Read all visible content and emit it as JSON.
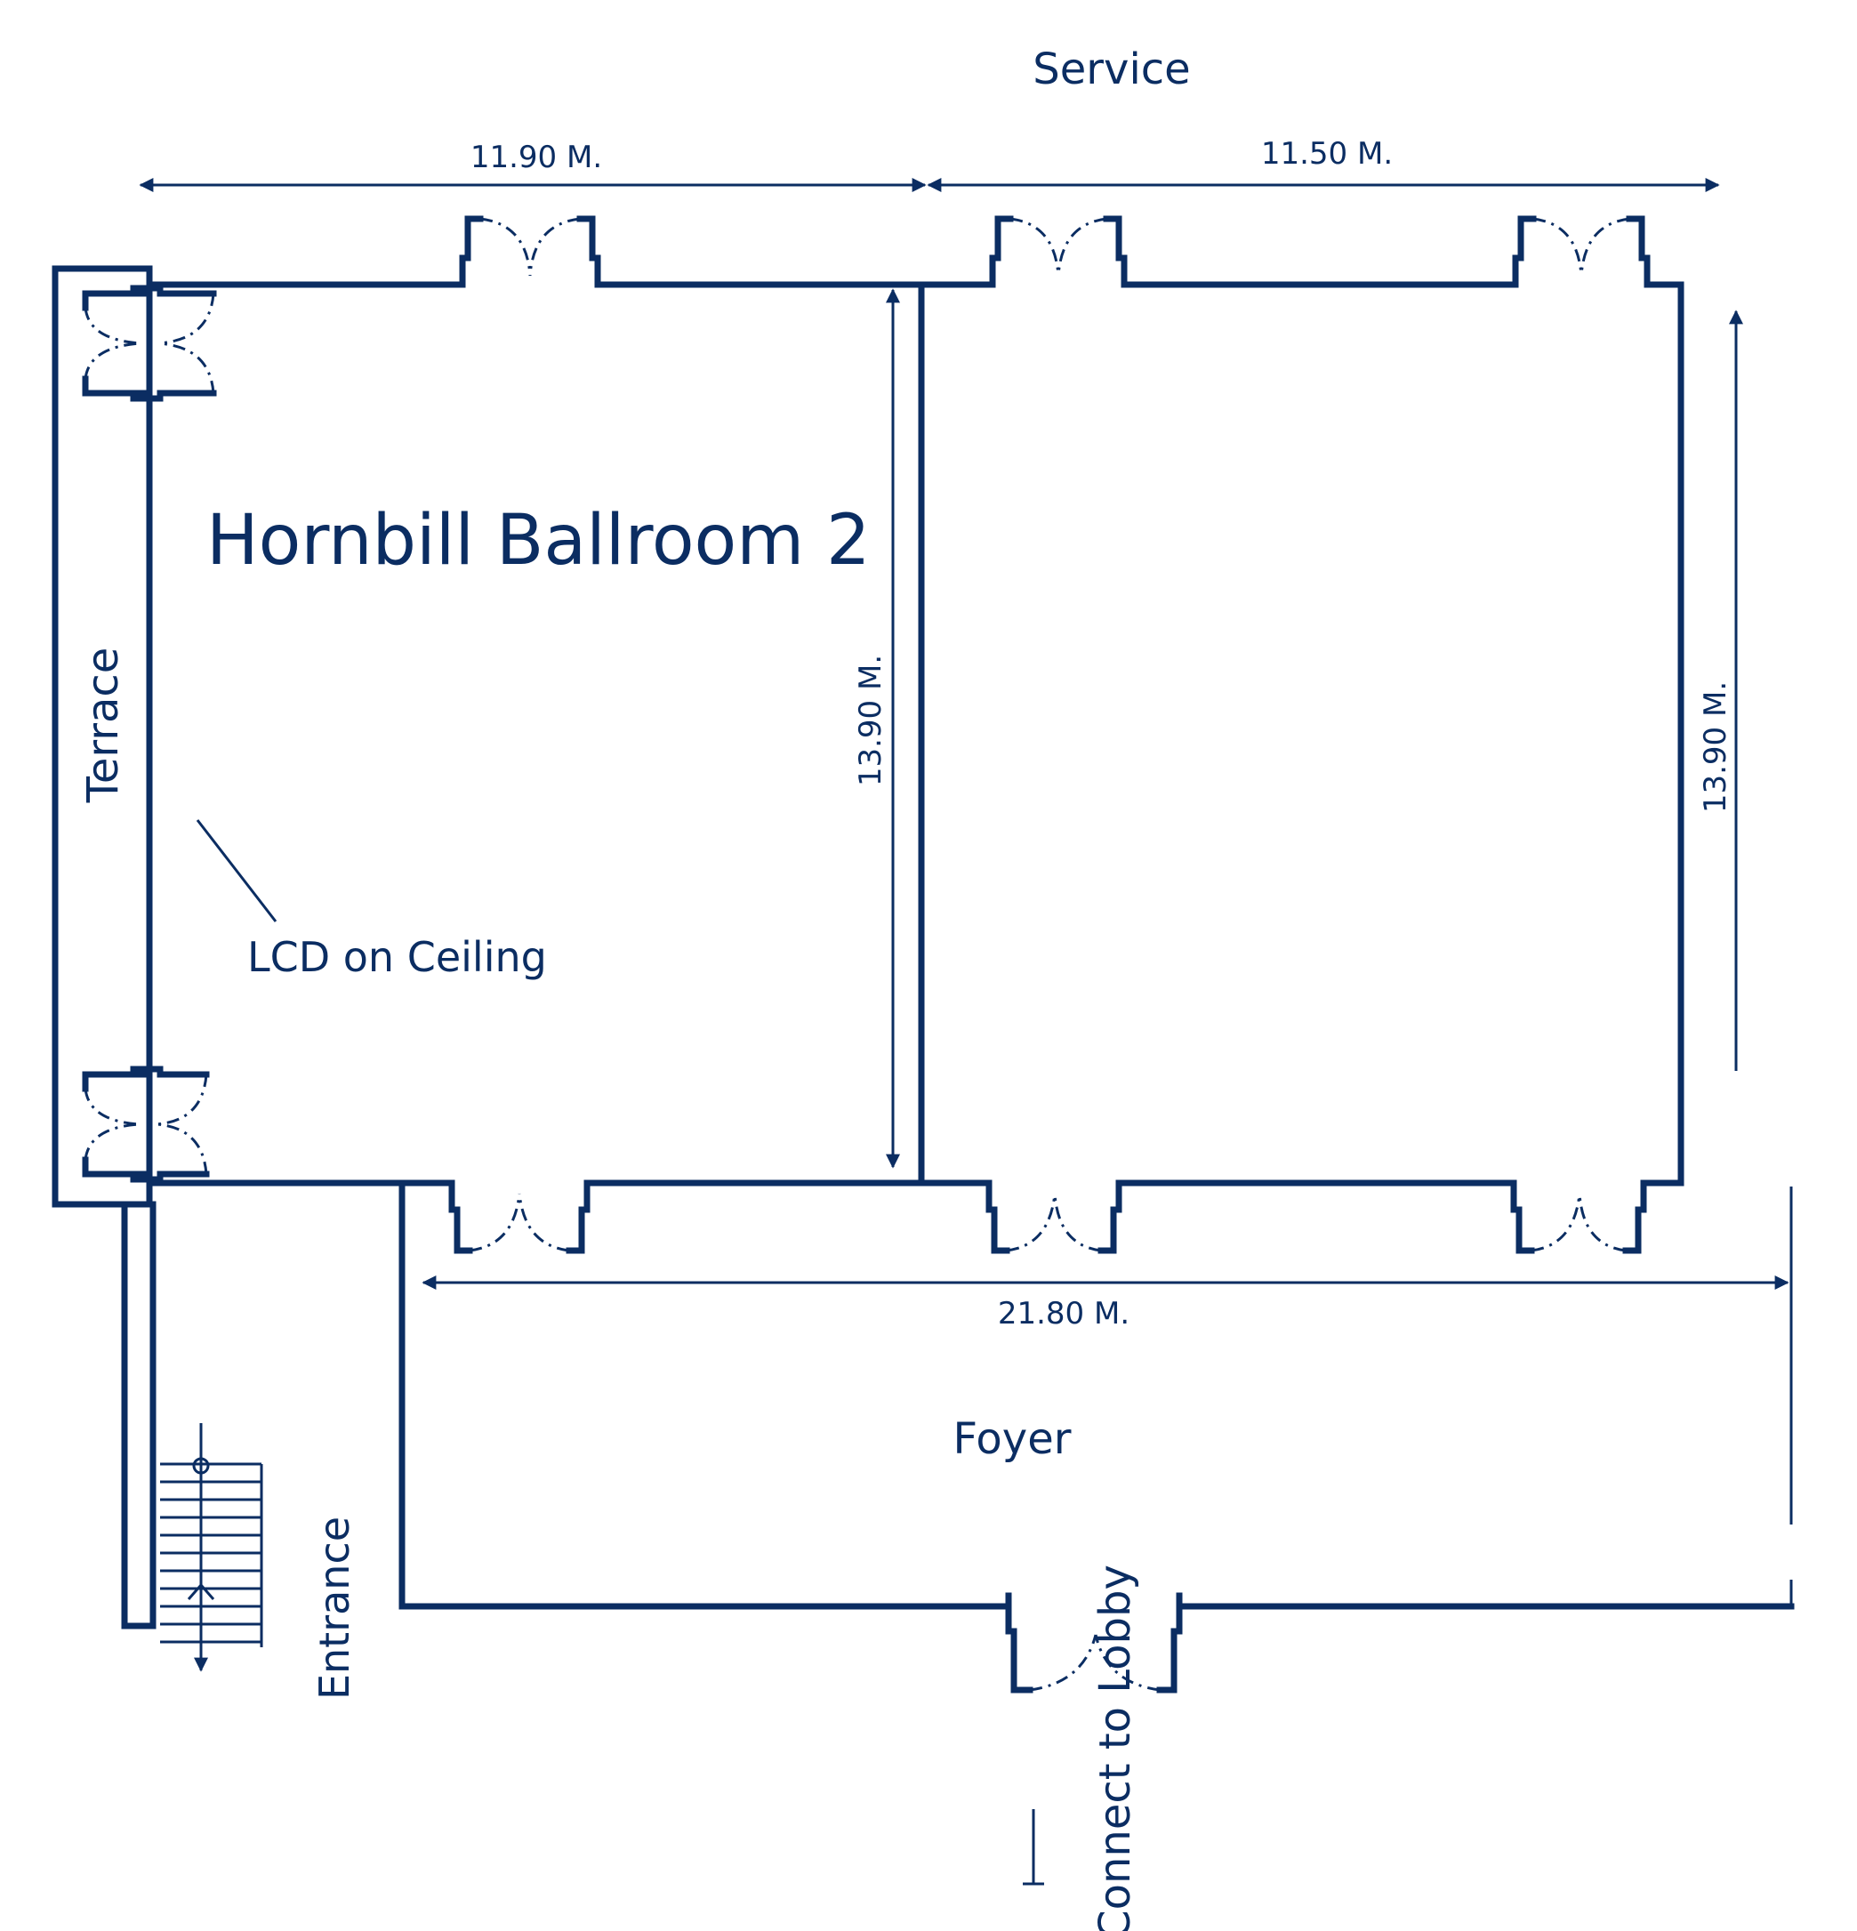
{
  "colors": {
    "line": "#0b2d62",
    "background": "#ffffff"
  },
  "room_title": "Hornbill Ballroom 2",
  "labels": {
    "service": "Service",
    "terrace": "Terrace",
    "lcd": "LCD on Ceiling",
    "foyer": "Foyer",
    "entrance": "Entrance",
    "lobby": "Connect to Lobby"
  },
  "dimensions": {
    "top_left_width": "11.90 M.",
    "top_right_width": "11.50 M.",
    "left_depth": "13.90 M.",
    "right_depth": "13.90 M.",
    "total_width": "21.80 M."
  }
}
